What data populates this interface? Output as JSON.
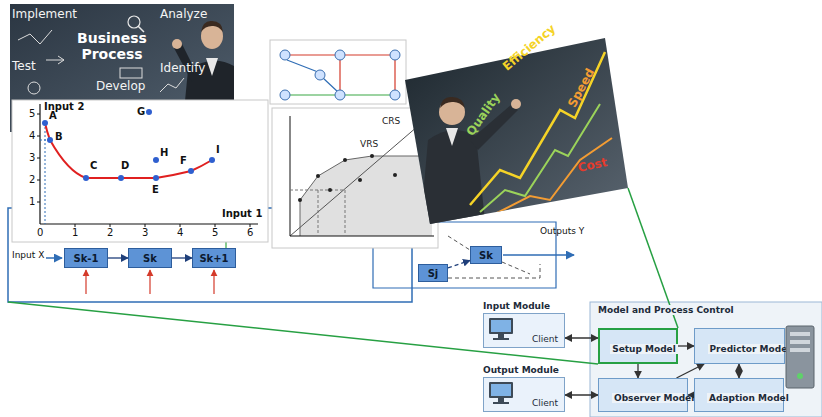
{
  "diagram": {
    "nodes": [
      {
        "text": [
          "Sk-1"
        ]
      },
      {
        "text": [
          "Sk"
        ]
      },
      {
        "text": [
          "Sk+1"
        ]
      },
      {
        "text": [
          "Sj"
        ]
      },
      {
        "text": [
          "Sk"
        ]
      },
      {
        "text": [
          "Input Module",
          "Client"
        ]
      },
      {
        "text": [
          "Output Module",
          "Client"
        ]
      },
      {
        "text": [
          "Model and Process Control"
        ]
      },
      {
        "text": [
          "Setup Model"
        ],
        "in": 7
      },
      {
        "text": [
          "Predictor Model"
        ],
        "in": 7
      },
      {
        "text": [
          "Observer Model"
        ],
        "in": 7
      },
      {
        "text": [
          "Adaption Model"
        ],
        "in": 7
      }
    ],
    "edges": [
      {
        "from": 0,
        "to": 1,
        "arrow": "to"
      },
      {
        "from": 1,
        "to": 2,
        "arrow": "to"
      },
      {
        "from": 3,
        "to": 4,
        "arrow": "to"
      },
      {
        "from": 5,
        "to": 8,
        "arrow": "both"
      },
      {
        "from": 6,
        "to": 10,
        "arrow": "both"
      },
      {
        "from": 8,
        "to": 9,
        "arrow": "to"
      },
      {
        "from": 8,
        "to": 10,
        "arrow": "to"
      },
      {
        "from": 9,
        "to": 11,
        "arrow": "both"
      },
      {
        "from": 11,
        "to": 10,
        "arrow": "to"
      },
      {
        "from": 10,
        "to": 9,
        "arrow": "to"
      }
    ],
    "labels": [
      "Implement",
      "Analyze",
      "Business Process",
      "Test",
      "Identify",
      "Develop",
      "Input 2",
      "Input 1",
      "0",
      "1",
      "2",
      "3",
      "4",
      "5",
      "6",
      "1",
      "2",
      "3",
      "4",
      "5",
      "A",
      "B",
      "C",
      "D",
      "E",
      "F",
      "G",
      "H",
      "I",
      "CRS",
      "VRS",
      "Efficiency",
      "Quality",
      "Speed",
      "Cost",
      "Input X",
      "Outputs Y"
    ]
  }
}
